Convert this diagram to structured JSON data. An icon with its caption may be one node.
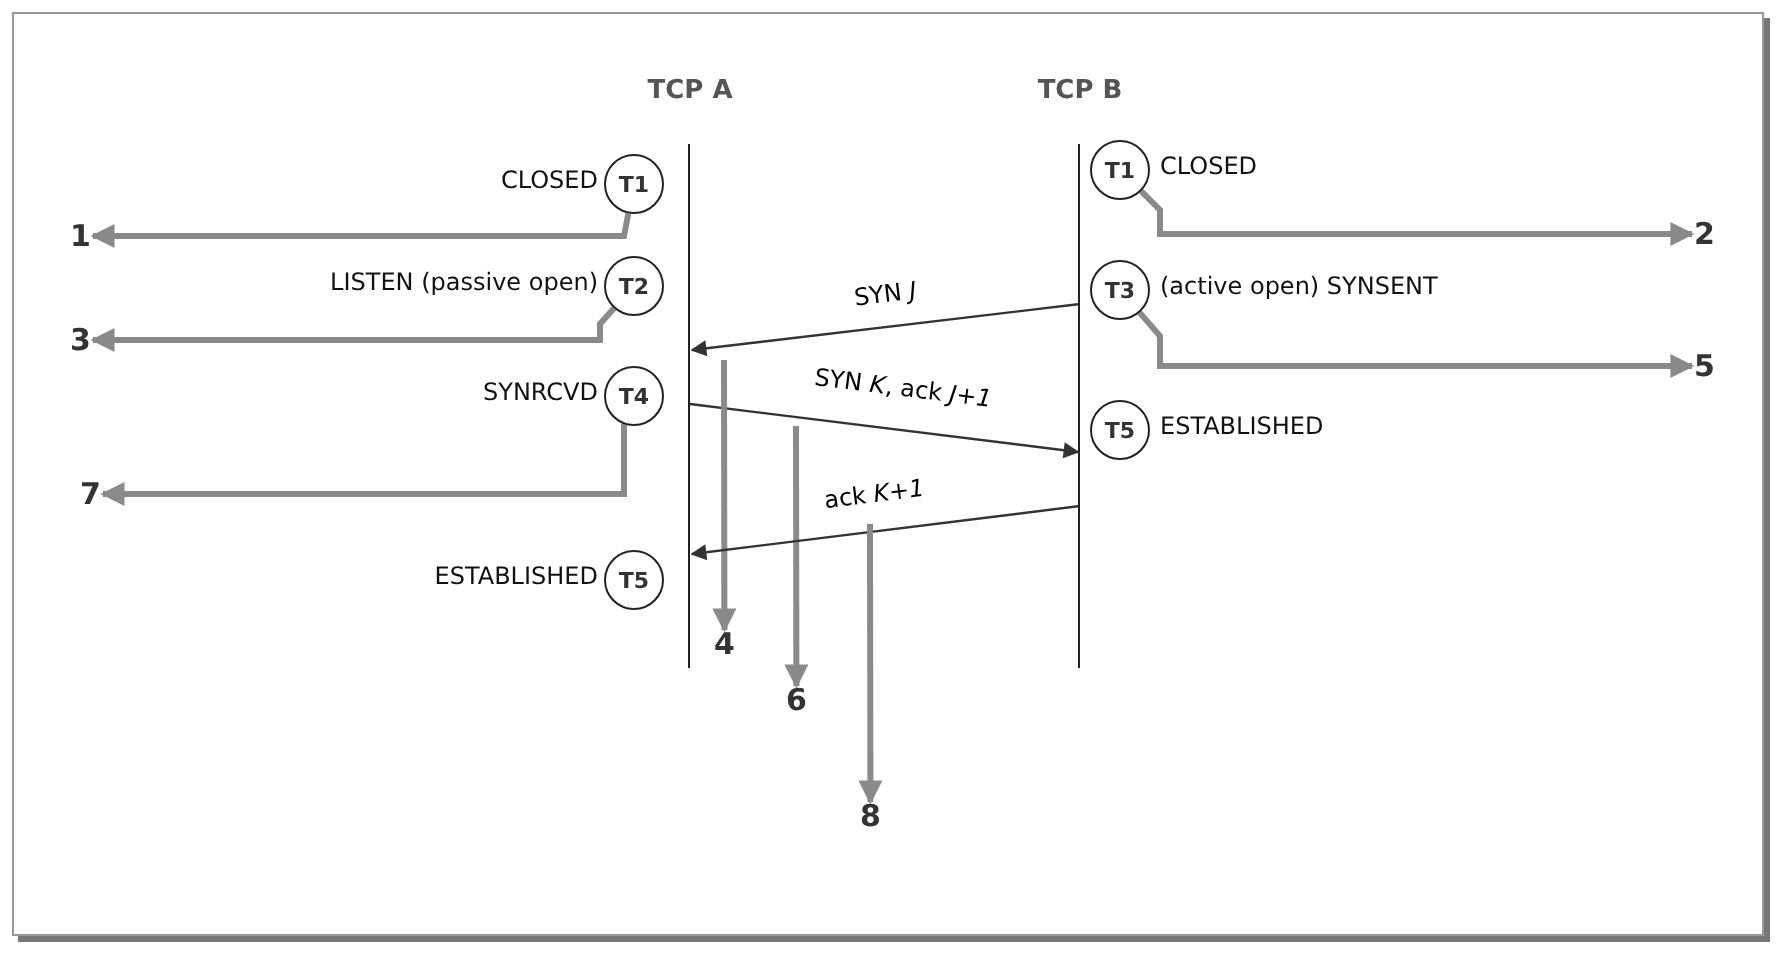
{
  "diagram": {
    "nodes": [
      {
        "text": [
          "TCP A"
        ]
      },
      {
        "text": [
          "TCP B"
        ]
      },
      {
        "text": [
          "T1"
        ],
        "beside": [
          "CLOSED"
        ]
      },
      {
        "text": [
          "T1"
        ],
        "beside": [
          "CLOSED"
        ]
      },
      {
        "text": [
          "1"
        ]
      },
      {
        "text": [
          "2"
        ]
      },
      {
        "text": [
          "T2"
        ],
        "beside": [
          "LISTEN (passive open)"
        ]
      },
      {
        "text": [
          "T3"
        ],
        "beside": [
          "(active open) SYNSENT"
        ]
      },
      {
        "text": [
          "3"
        ]
      },
      {
        "text": [
          "5"
        ]
      },
      {
        "text": [
          "T4"
        ],
        "beside": [
          "SYNRCVD"
        ]
      },
      {
        "text": [
          "T5"
        ],
        "beside": [
          "ESTABLISHED"
        ]
      },
      {
        "text": [
          "7"
        ]
      },
      {
        "text": [
          "T5"
        ],
        "beside": [
          "ESTABLISHED"
        ]
      },
      {
        "text": [
          "4"
        ]
      },
      {
        "text": [
          "6"
        ]
      },
      {
        "text": [
          "8"
        ]
      }
    ],
    "edges": [
      {
        "from": 2,
        "to": 4,
        "arrow": "to"
      },
      {
        "from": 3,
        "to": 5,
        "arrow": "to"
      },
      {
        "from": 6,
        "to": 8,
        "arrow": "to"
      },
      {
        "from": 1,
        "to": 0,
        "arrow": "to",
        "label": "SYN *J*",
        "color": "#333333"
      },
      {
        "from": 7,
        "to": 9,
        "arrow": "to"
      },
      {
        "from": 0,
        "to": 1,
        "arrow": "to",
        "label": "SYN *K*, ack *J+1*",
        "color": "#333333"
      },
      {
        "from": null,
        "to": 14,
        "arrow": "to"
      },
      {
        "from": null,
        "to": 15,
        "arrow": "to"
      },
      {
        "from": 10,
        "to": 12,
        "arrow": "to"
      },
      {
        "from": 1,
        "to": 0,
        "arrow": "to",
        "label": "ack *K+1*",
        "color": "#333333"
      },
      {
        "from": null,
        "to": 16,
        "arrow": "to"
      }
    ]
  }
}
